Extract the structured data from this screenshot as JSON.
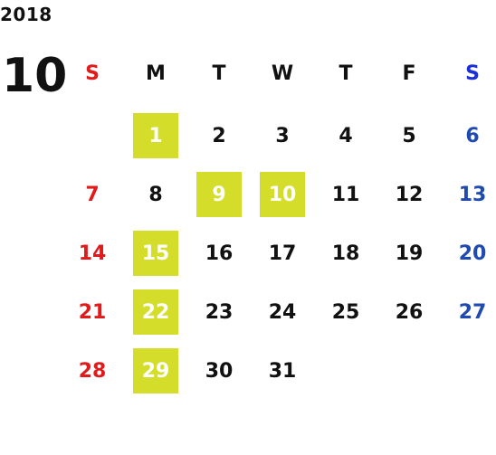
{
  "calendar": {
    "year": "2018",
    "month": "10",
    "highlight_color": "#d4de2a",
    "sunday_color": "#e11b1b",
    "saturday_color": "#1f4bb0",
    "weekdays": [
      "S",
      "M",
      "T",
      "W",
      "T",
      "F",
      "S"
    ],
    "weeks": [
      [
        "",
        "1",
        "2",
        "3",
        "4",
        "5",
        "6"
      ],
      [
        "7",
        "8",
        "9",
        "10",
        "11",
        "12",
        "13"
      ],
      [
        "14",
        "15",
        "16",
        "17",
        "18",
        "19",
        "20"
      ],
      [
        "21",
        "22",
        "23",
        "24",
        "25",
        "26",
        "27"
      ],
      [
        "28",
        "29",
        "30",
        "31",
        "",
        "",
        ""
      ]
    ],
    "highlighted_days": [
      "1",
      "9",
      "10",
      "15",
      "22",
      "29"
    ]
  }
}
